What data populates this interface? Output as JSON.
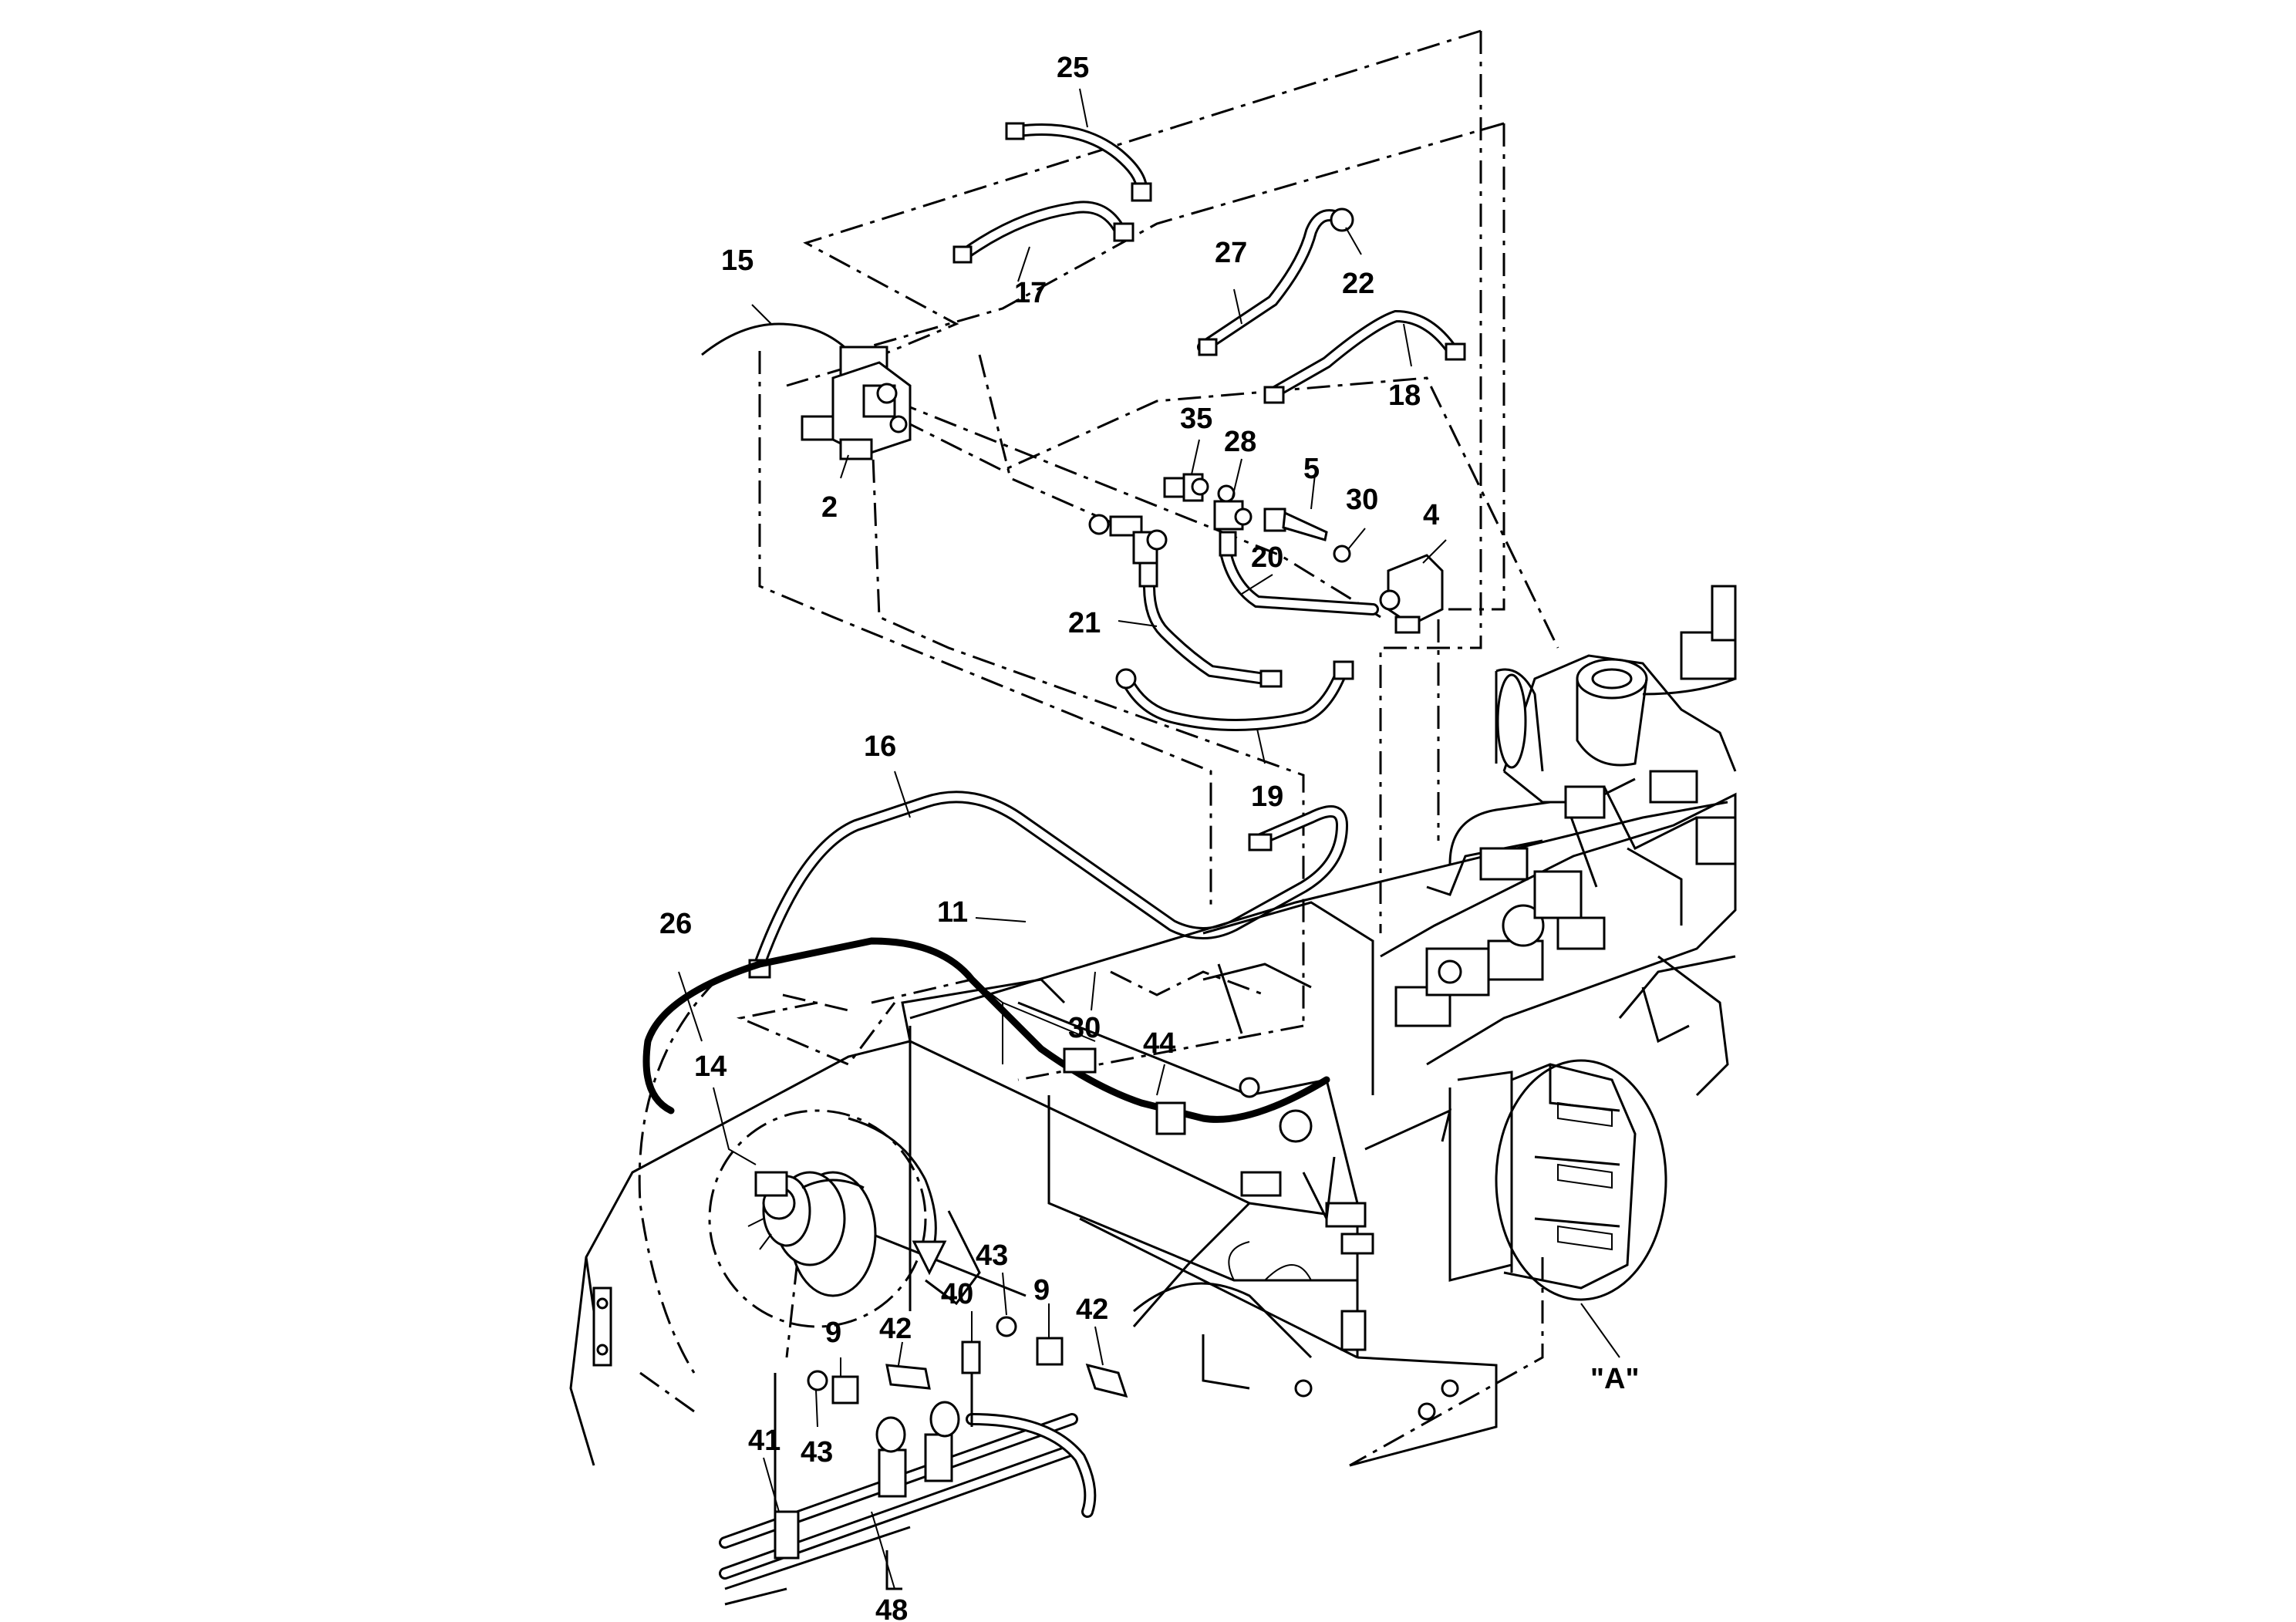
{
  "callouts": [
    {
      "id": "c25",
      "label": "25"
    },
    {
      "id": "c17",
      "label": "17"
    },
    {
      "id": "c15",
      "label": "15"
    },
    {
      "id": "c27",
      "label": "27"
    },
    {
      "id": "c22",
      "label": "22"
    },
    {
      "id": "c18",
      "label": "18"
    },
    {
      "id": "c2",
      "label": "2"
    },
    {
      "id": "c35",
      "label": "35"
    },
    {
      "id": "c28",
      "label": "28"
    },
    {
      "id": "c5",
      "label": "5"
    },
    {
      "id": "c30a",
      "label": "30"
    },
    {
      "id": "c4",
      "label": "4"
    },
    {
      "id": "c20",
      "label": "20"
    },
    {
      "id": "c21",
      "label": "21"
    },
    {
      "id": "c19",
      "label": "19"
    },
    {
      "id": "c16",
      "label": "16"
    },
    {
      "id": "c26",
      "label": "26"
    },
    {
      "id": "c11",
      "label": "11"
    },
    {
      "id": "c30b",
      "label": "30"
    },
    {
      "id": "c44",
      "label": "44"
    },
    {
      "id": "c14",
      "label": "14"
    },
    {
      "id": "c43a",
      "label": "43"
    },
    {
      "id": "c9a",
      "label": "9"
    },
    {
      "id": "c42a",
      "label": "42"
    },
    {
      "id": "c40",
      "label": "40"
    },
    {
      "id": "c9b",
      "label": "9"
    },
    {
      "id": "c42b",
      "label": "42"
    },
    {
      "id": "c43b",
      "label": "43"
    },
    {
      "id": "c41",
      "label": "41"
    },
    {
      "id": "c48",
      "label": "48"
    },
    {
      "id": "cA",
      "label": "\"A\""
    }
  ]
}
